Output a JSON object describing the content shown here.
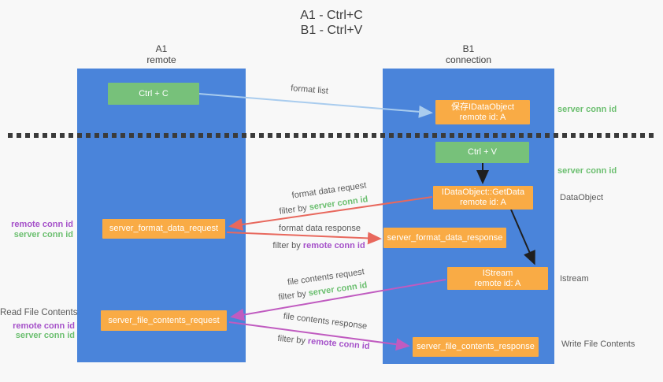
{
  "title": {
    "line1": "A1 - Ctrl+C",
    "line2": "B1 - Ctrl+V"
  },
  "lanes": {
    "left": {
      "name": "A1",
      "role": "remote"
    },
    "right": {
      "name": "B1",
      "role": "connection"
    }
  },
  "boxes": {
    "ctrl_c": "Ctrl + C",
    "ctrl_v": "Ctrl + V",
    "save_idataobject": {
      "line1": "保存IDataObject",
      "line2": "remote id: A"
    },
    "getdata": {
      "line1": "IDataObject::GetData",
      "line2": "remote id: A"
    },
    "istream": {
      "line1": "IStream",
      "line2": "remote id: A"
    },
    "format_request": "server_format_data_request",
    "format_response": "server_format_data_response",
    "file_request": "server_file_contents_request",
    "file_response": "server_file_contents_response"
  },
  "labels": {
    "format_list": "format list",
    "format_data_request": "format data request",
    "format_data_response": "format data response",
    "file_contents_request": "file contents request",
    "file_contents_response": "file contents response",
    "filter_by": "filter by ",
    "server_conn_id": "server conn id",
    "remote_conn_id": "remote conn id"
  },
  "side_labels": {
    "right_server_conn_top": "server conn id",
    "right_server_conn_mid": "server conn id",
    "dataobject": "DataObject",
    "istream": "Istream",
    "write_file_contents": "Write File Contents",
    "read_file_contents": "Read File Contents",
    "left_remote_conn_mid": "remote conn id",
    "left_server_conn_mid": "server conn id",
    "left_remote_conn_bottom": "remote conn id",
    "left_server_conn_bottom": "server conn id"
  },
  "colors": {
    "lane_blue": "#4a84da",
    "box_green": "#77c17a",
    "box_orange": "#f9ab45",
    "arrow_light_blue": "#a9ccee",
    "arrow_red": "#e8685d",
    "arrow_magenta": "#c05bc0",
    "arrow_black": "#1f1f1f",
    "text_green": "#6cbf70",
    "text_purple": "#a551c9",
    "text_gray": "#595959",
    "background": "#f8f8f8"
  }
}
